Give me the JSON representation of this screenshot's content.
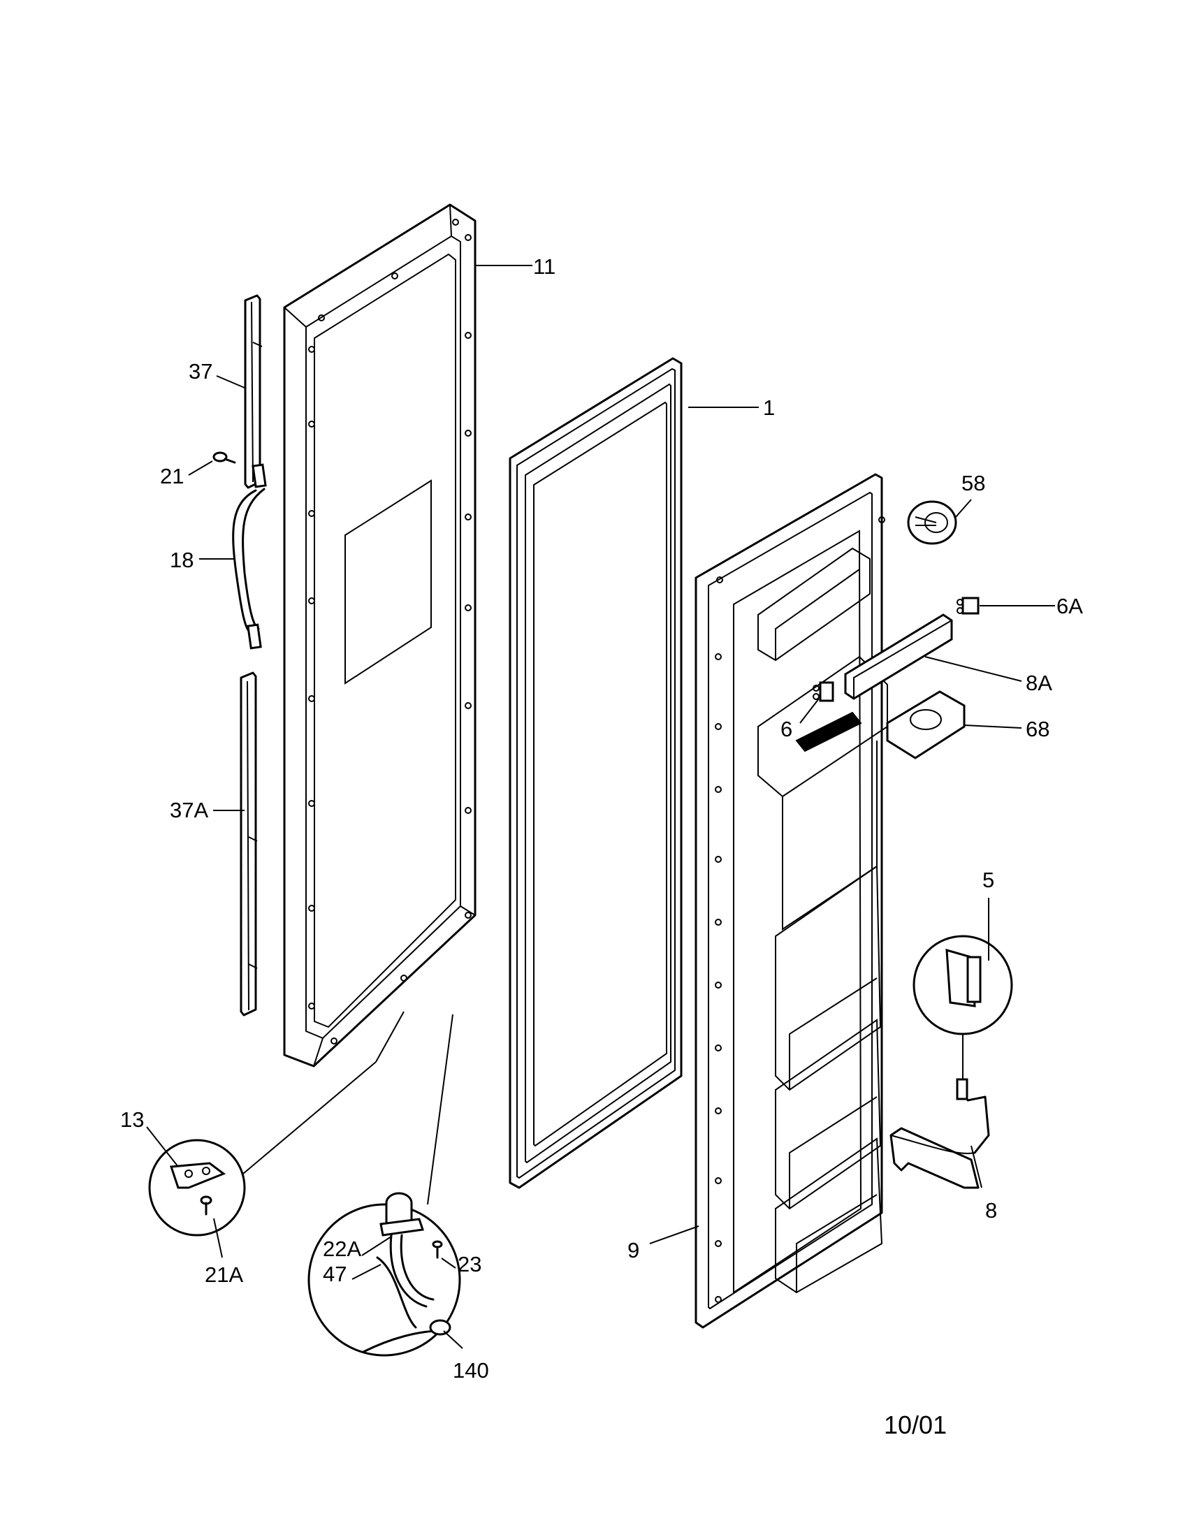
{
  "callouts": {
    "c1": "1",
    "c5": "5",
    "c6": "6",
    "c6a": "6A",
    "c8": "8",
    "c8a": "8A",
    "c9": "9",
    "c11": "11",
    "c13": "13",
    "c18": "18",
    "c21": "21",
    "c21a": "21A",
    "c22a": "22A",
    "c23": "23",
    "c37": "37",
    "c37a": "37A",
    "c47": "47",
    "c58": "58",
    "c68": "68",
    "c140": "140"
  },
  "footer": {
    "date": "10/01"
  }
}
